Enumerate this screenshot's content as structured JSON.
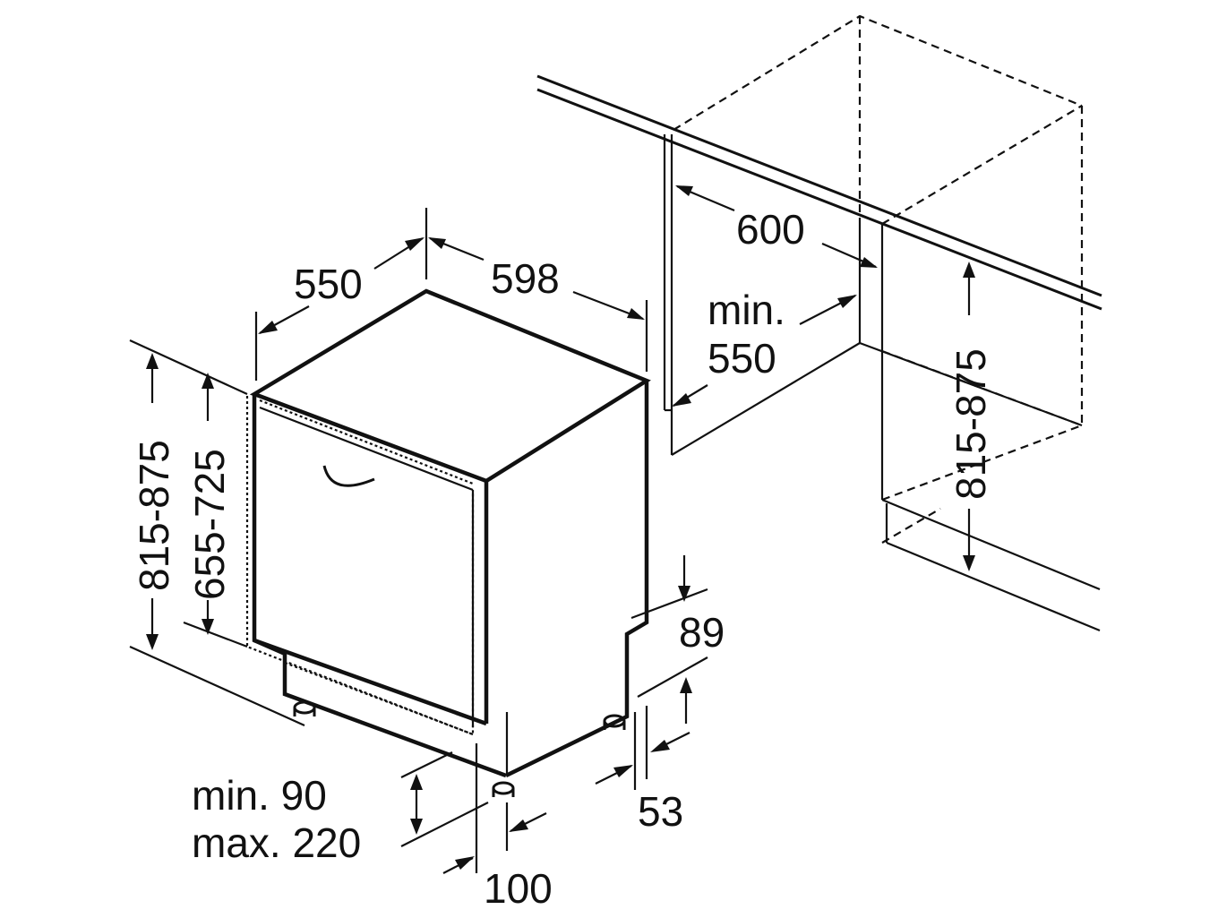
{
  "dimensions": {
    "depth": "550",
    "width": "598",
    "niche_width": "600",
    "niche_depth_line1": "min.",
    "niche_depth_line2": "550",
    "height_left": "815-875",
    "door_height": "655-725",
    "niche_height": "815-875",
    "plinth_top": "89",
    "plinth_bottom": "53",
    "plinth_line1": "min. 90",
    "plinth_line2": "max. 220",
    "foot_offset": "100"
  },
  "colors": {
    "line": "#111111",
    "background": "#ffffff"
  }
}
